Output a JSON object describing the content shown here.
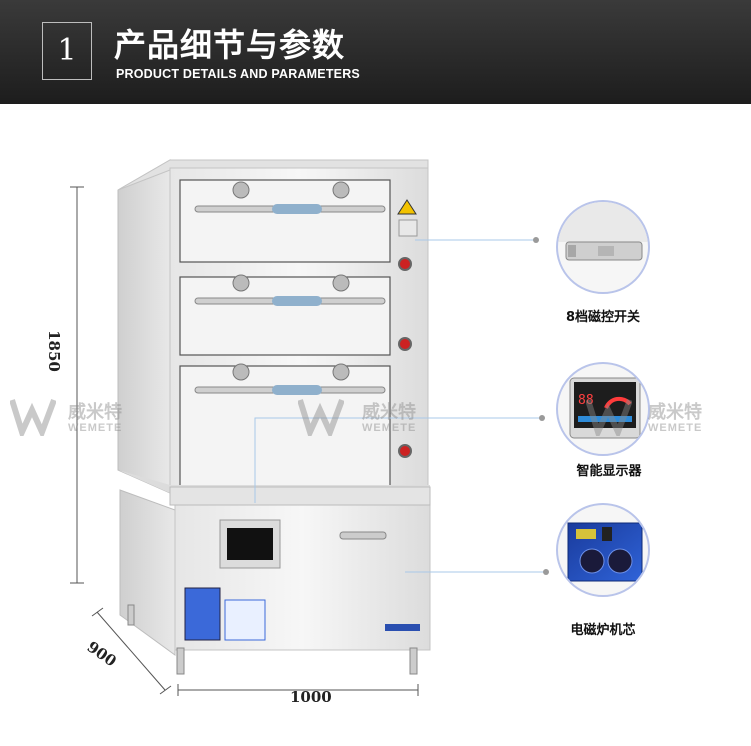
{
  "header": {
    "section_number": "1",
    "title_cn": "产品细节与参数",
    "title_en": "PRODUCT DETAILS AND PARAMETERS"
  },
  "dimensions": {
    "height": "1850",
    "depth": "900",
    "width": "1000"
  },
  "features": [
    {
      "label": "8档磁控开关",
      "icon": "magnetic-switch-icon"
    },
    {
      "label": "智能显示器",
      "icon": "smart-display-icon"
    },
    {
      "label": "电磁炉机芯",
      "icon": "induction-core-icon"
    }
  ],
  "display_panel": {
    "readout": "88"
  },
  "watermark": {
    "brand_cn": "威米特",
    "brand_en": "WEMETE"
  },
  "colors": {
    "header_bg": "#2a2a2a",
    "circle_border": "#b9c4ea",
    "leader_line": "#a9c8e8",
    "watermark": "#8a8a8a"
  }
}
